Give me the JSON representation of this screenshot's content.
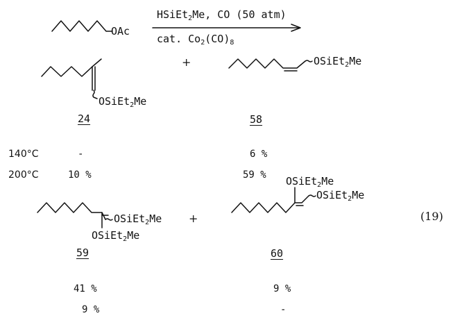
{
  "reaction": {
    "reactant_group": "OAc",
    "reagents_line1": {
      "pre": "HSiEt",
      "sub": "2",
      "post": "Me, CO (50 atm)"
    },
    "reagents_line2": {
      "pre": "cat. Co",
      "sub1": "2",
      "mid": "(CO)",
      "sub2": "8"
    },
    "plus": "+",
    "equation_number": "(19)"
  },
  "products": [
    {
      "label": "24",
      "substituent": {
        "pre": "OSiEt",
        "sub": "2",
        "post": "Me"
      },
      "yields": [
        "-",
        "10 %"
      ]
    },
    {
      "label": "58",
      "substituent": {
        "pre": "OSiEt",
        "sub": "2",
        "post": "Me"
      },
      "yields": [
        "6 %",
        "59 %"
      ]
    },
    {
      "label": "59",
      "substituent": {
        "pre": "OSiEt",
        "sub": "2",
        "post": "Me"
      },
      "yields": [
        "41 %",
        "9 %"
      ]
    },
    {
      "label": "60",
      "substituent": {
        "pre": "OSiEt",
        "sub": "2",
        "post": "Me"
      },
      "yields": [
        "9 %",
        "-"
      ]
    }
  ],
  "conditions": [
    "140°C",
    "200°C"
  ]
}
